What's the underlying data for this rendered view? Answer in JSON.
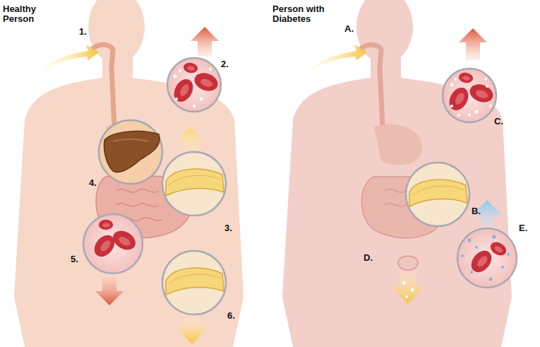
{
  "diagram": {
    "labels": [
      "Healthy Person",
      "1.",
      "2.",
      "4.",
      "3.",
      "5.",
      "6.",
      "Person with Diabetes",
      "A.",
      "C.",
      "B.",
      "D.",
      "E."
    ]
  }
}
